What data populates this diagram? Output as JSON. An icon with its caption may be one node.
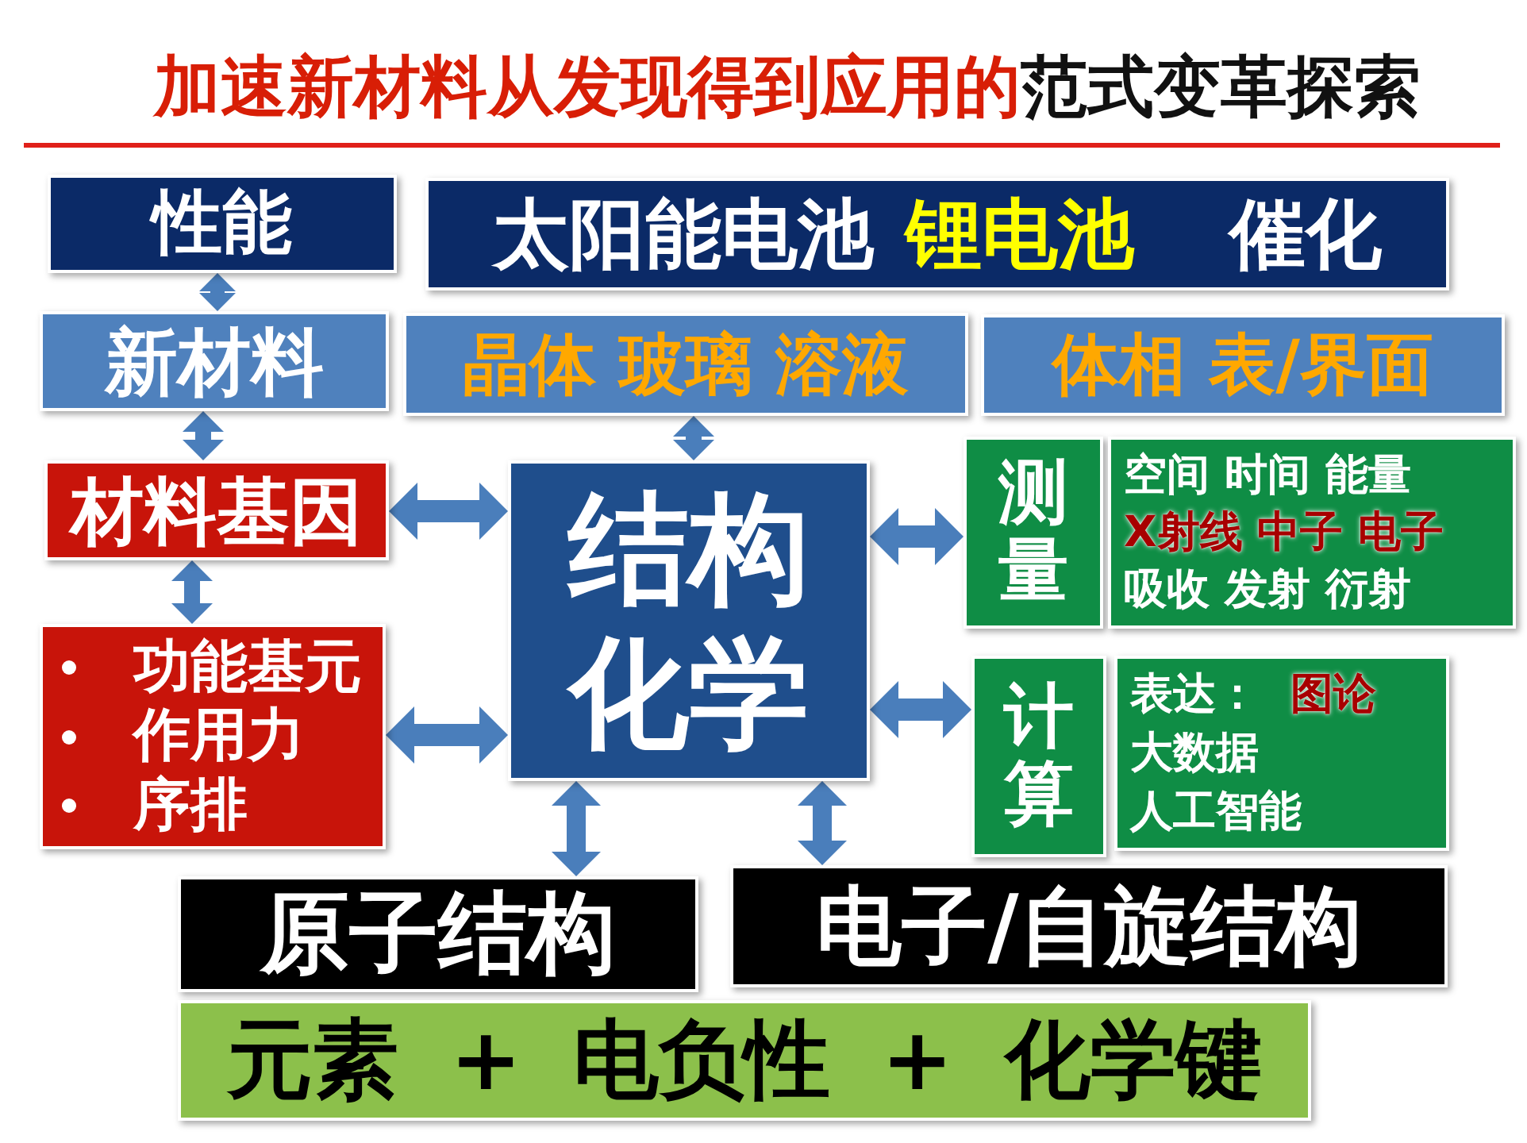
{
  "diagram": {
    "title": "加速新材料从发现得到应用的范式变革探索",
    "nodes": [
      {
        "text": [
          "性能"
        ]
      },
      {
        "text": [
          "太阳能电池",
          "锂电池",
          "催化"
        ]
      },
      {
        "text": [
          "新材料"
        ]
      },
      {
        "text": [
          "晶体 玻璃 溶液"
        ]
      },
      {
        "text": [
          "体相 表/界面"
        ]
      },
      {
        "text": [
          "测量"
        ]
      },
      {
        "text": [
          "空间 时间 能量",
          "X射线 中子 电子",
          "吸收 发射 衍射"
        ]
      },
      {
        "text": [
          "材料基因"
        ]
      },
      {
        "text": [
          "结构化学"
        ]
      },
      {
        "text": [
          "功能基元",
          "作用力",
          "序排"
        ]
      },
      {
        "text": [
          "计算"
        ]
      },
      {
        "text": [
          "表达：",
          "图论",
          "大数据",
          "人工智能"
        ]
      },
      {
        "text": [
          "原子结构"
        ]
      },
      {
        "text": [
          "电子/自旋结构"
        ]
      },
      {
        "text": [
          "元素 + 电负性 + 化学键"
        ]
      }
    ],
    "edges": [
      {
        "from": 0,
        "to": 2,
        "arrow": "both"
      },
      {
        "from": 2,
        "to": 7,
        "arrow": "both"
      },
      {
        "from": 7,
        "to": 9,
        "arrow": "both"
      },
      {
        "from": 3,
        "to": 8,
        "arrow": "both"
      },
      {
        "from": 7,
        "to": 8,
        "arrow": "both"
      },
      {
        "from": 9,
        "to": 8,
        "arrow": "both"
      },
      {
        "from": 8,
        "to": 5,
        "arrow": "both"
      },
      {
        "from": 8,
        "to": 10,
        "arrow": "both"
      },
      {
        "from": 8,
        "to": 12,
        "arrow": "both"
      },
      {
        "from": 8,
        "to": 13,
        "arrow": "both"
      }
    ]
  }
}
